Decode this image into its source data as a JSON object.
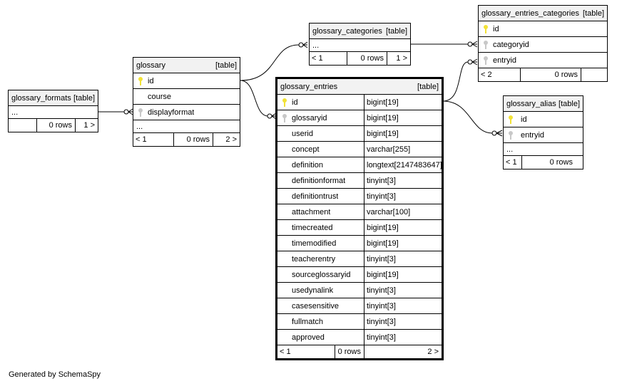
{
  "footer": "Generated by SchemaSpy",
  "tables": {
    "glossary_formats": {
      "name": "glossary_formats",
      "kind": "[table]",
      "more": "...",
      "foot": {
        "left": "",
        "rows": "0 rows",
        "right": "1 >"
      }
    },
    "glossary": {
      "name": "glossary",
      "kind": "[table]",
      "cols": [
        "id",
        "course",
        "displayformat"
      ],
      "more": "...",
      "foot": {
        "left": "< 1",
        "rows": "0 rows",
        "right": "2 >"
      }
    },
    "glossary_categories": {
      "name": "glossary_categories",
      "kind": "[table]",
      "more": "...",
      "foot": {
        "left": "< 1",
        "rows": "0 rows",
        "right": "1 >"
      }
    },
    "glossary_entries_categories": {
      "name": "glossary_entries_categories",
      "kind": "[table]",
      "cols": [
        "id",
        "categoryid",
        "entryid"
      ],
      "foot": {
        "left": "< 2",
        "rows": "0 rows",
        "right": ""
      }
    },
    "glossary_entries": {
      "name": "glossary_entries",
      "kind": "[table]",
      "cols": [
        {
          "name": "id",
          "type": "bigint[19]"
        },
        {
          "name": "glossaryid",
          "type": "bigint[19]"
        },
        {
          "name": "userid",
          "type": "bigint[19]"
        },
        {
          "name": "concept",
          "type": "varchar[255]"
        },
        {
          "name": "definition",
          "type": "longtext[2147483647]"
        },
        {
          "name": "definitionformat",
          "type": "tinyint[3]"
        },
        {
          "name": "definitiontrust",
          "type": "tinyint[3]"
        },
        {
          "name": "attachment",
          "type": "varchar[100]"
        },
        {
          "name": "timecreated",
          "type": "bigint[19]"
        },
        {
          "name": "timemodified",
          "type": "bigint[19]"
        },
        {
          "name": "teacherentry",
          "type": "tinyint[3]"
        },
        {
          "name": "sourceglossaryid",
          "type": "bigint[19]"
        },
        {
          "name": "usedynalink",
          "type": "tinyint[3]"
        },
        {
          "name": "casesensitive",
          "type": "tinyint[3]"
        },
        {
          "name": "fullmatch",
          "type": "tinyint[3]"
        },
        {
          "name": "approved",
          "type": "tinyint[3]"
        }
      ],
      "foot": {
        "left": "< 1",
        "rows": "0 rows",
        "right": "2 >"
      }
    },
    "glossary_alias": {
      "name": "glossary_alias",
      "kind": "[table]",
      "cols": [
        "id",
        "entryid"
      ],
      "more": "...",
      "foot": {
        "left": "< 1",
        "rows": "0 rows",
        "right": ""
      }
    }
  },
  "colors": {
    "primary_key": "#f2e236",
    "foreign_key": "#c8c8c8",
    "header_bg": "#f2f2f2",
    "line": "#000000"
  }
}
